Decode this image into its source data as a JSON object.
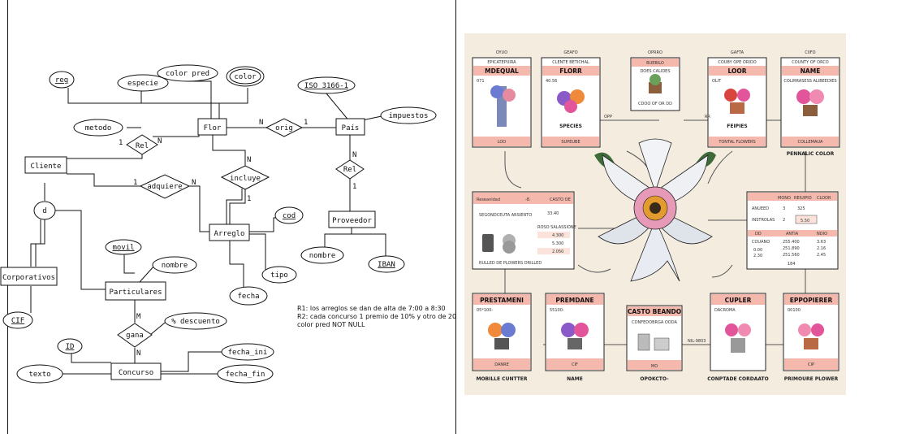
{
  "er": {
    "entities": {
      "flor": "Flor",
      "pais": "País",
      "cliente": "Cliente",
      "arreglo": "Arreglo",
      "proveedor": "Proveedor",
      "corporativos": "Corporativos",
      "particulares": "Particulares",
      "concurso": "Concurso"
    },
    "relationships": {
      "orig": "orig",
      "rel1": "Rel",
      "rel2": "Rel",
      "incluye": "incluye",
      "adquiere": "adquiere",
      "gana": "gana"
    },
    "attributes": {
      "reg": "reg",
      "especie": "especie",
      "color_pred": "color pred",
      "color": "color",
      "iso": "ISO 3166-1",
      "impuestos": "impuestos",
      "metodo": "metodo",
      "cod": "cod",
      "tipo": "tipo",
      "fecha": "fecha",
      "nombre_prov": "nombre",
      "iban": "IBAN",
      "movil": "movil",
      "nombre_part": "nombre",
      "descuento": "% descuento",
      "id": "ID",
      "texto": "texto",
      "fecha_ini": "fecha_ini",
      "fecha_fin": "fecha_fin",
      "cif": "CIF",
      "d": "d"
    },
    "cardinalities": {
      "flor_orig": "N",
      "orig_pais": "1",
      "pais_rel": "N",
      "rel_prov": "1",
      "rel1_cliente": "1",
      "rel1_flor": "N",
      "incluye_flor": "N",
      "incluye_arreglo": "1",
      "adquiere_cliente": "1",
      "adquiere_arreglo": "N",
      "gana_part": "M",
      "gana_concurso": "N"
    },
    "notes": [
      "R1: los arreglos se dan de alta de 7:00 a 8:30",
      "R2: cada concurso 1 premio de 10% y otro de 20%",
      "color pred NOT NULL"
    ]
  },
  "poster": {
    "top_cards": [
      {
        "header": "EPICATEPUIRA",
        "title": "MDEQUAL",
        "sub": "071",
        "footer": "LOO",
        "tag": "OYUO"
      },
      {
        "header": "CLENTE BETICHAL",
        "title": "FLORR",
        "sub": "40.56",
        "footer": "SUPEUBE",
        "tag": "GEAFO",
        "caption": "SPECIES"
      },
      {
        "header": "BUEBILO",
        "title": "",
        "sub": "DOES CALIDES",
        "footer": "CDOO OF OR DD",
        "tag": "OPRRO"
      },
      {
        "header": "COUBY OPE ORIOO",
        "title": "LOOR",
        "sub": "OLIT",
        "footer": "TONTAL FLOWERS",
        "tag": "GAFTA",
        "caption": "FEIPIES"
      },
      {
        "header": "COUNTY OF ORCO",
        "title": "NAME",
        "sub": "COLIRRASESS ALIBEEDIES",
        "footer": "COLLEMAUA",
        "tag": "CIIFO",
        "caption": "PENNALIC COLOR"
      }
    ],
    "bottom_cards": [
      {
        "title": "PRESTAMENI",
        "sub": "05*100-",
        "footer": "DANRE",
        "caption": "MOBILLE CUNTTER"
      },
      {
        "title": "PREMDANE",
        "sub": "55100-",
        "footer": "CIF",
        "caption": "NAME"
      },
      {
        "title": "CASTO BEANDO",
        "sub": "CONFEDOBRGA OODA",
        "footer": "MO",
        "caption": "OPOKCTO-"
      },
      {
        "title": "CUPLER",
        "sub": "DACROMA",
        "footer": "",
        "caption": "CONPTADE CORDAATO"
      },
      {
        "title": "EPPOPIERER",
        "sub": "00100",
        "footer": "CIP",
        "caption": "PRIMOURE PLOWER"
      }
    ],
    "left_panel": {
      "header_left": "Reseanidad",
      "header_mid": "-8.",
      "header_right": "CASTO OE",
      "row1": "SEGONDCEUTA ARSIENTO",
      "vals": [
        "4.300",
        "5.300",
        "2.050"
      ],
      "val_top": "33.40",
      "small_note": "ROSO SALASSIONE",
      "footer": "RULLED DE PLOWERS DRILLED"
    },
    "right_panel": {
      "cols": [
        "MONO",
        "REIUIPIO",
        "CLOOR"
      ],
      "row1": [
        "ANUEED",
        "3",
        "325"
      ],
      "row2": [
        "INSTROLAS",
        "2",
        "5.50"
      ],
      "sub_cols": [
        "DD",
        "ANTIA",
        "NDIO"
      ],
      "label": "COUANO",
      "c1": [
        "0.00",
        "2.30"
      ],
      "c2": [
        "255.400",
        "251.890",
        "251.560"
      ],
      "c3": [
        "3.63",
        "2.16",
        "2.45"
      ],
      "footer": "184"
    },
    "connector_labels": [
      "OPP",
      "RR",
      "NIL-9803"
    ]
  }
}
